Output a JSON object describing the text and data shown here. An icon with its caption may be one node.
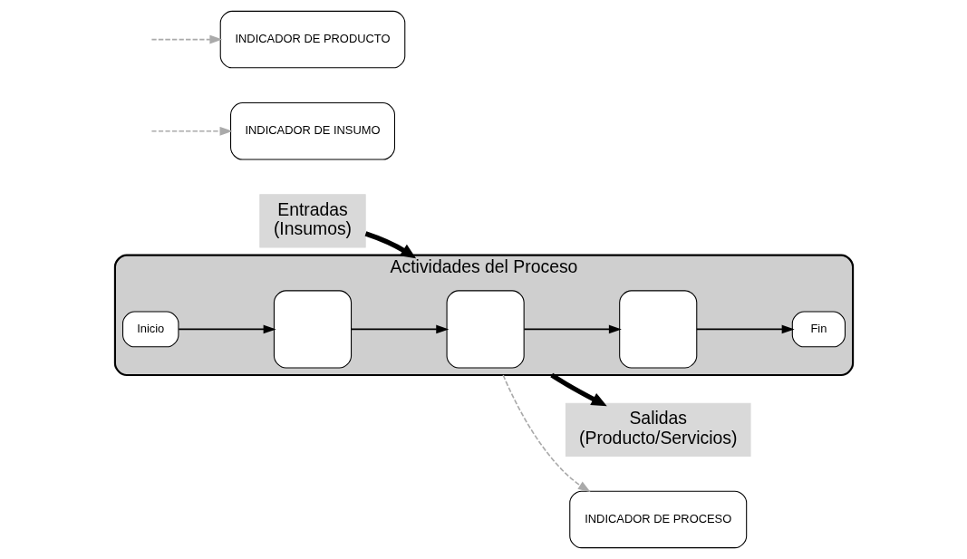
{
  "diagram": {
    "nodes": [
      {
        "text": [
          "Entradas",
          "(Insumos)"
        ]
      },
      {
        "text": [
          "Actividades del Proceso"
        ]
      },
      {
        "text": [
          "Inicio"
        ],
        "in": 1
      },
      {
        "text": [],
        "shape": "box",
        "in": 1
      },
      {
        "text": [],
        "shape": "box",
        "in": 1
      },
      {
        "text": [],
        "shape": "box",
        "in": 1
      },
      {
        "text": [
          "Fin"
        ],
        "in": 1
      },
      {
        "text": [
          "Salidas",
          "(Producto/Servicios)"
        ]
      },
      {
        "text": [
          "INDICADOR DE INSUMO"
        ]
      },
      {
        "text": [
          "INDICADOR DE PROCESO"
        ]
      },
      {
        "text": [
          "INDICADOR DE PRODUCTO"
        ]
      }
    ],
    "edges": [
      {
        "from": 0,
        "to": 1,
        "arrow": "to",
        "style": "thick"
      },
      {
        "from": 2,
        "to": 3,
        "arrow": "to"
      },
      {
        "from": 3,
        "to": 4,
        "arrow": "to"
      },
      {
        "from": 4,
        "to": 5,
        "arrow": "to"
      },
      {
        "from": 5,
        "to": 6,
        "arrow": "to"
      },
      {
        "from": 1,
        "to": 7,
        "arrow": "to",
        "style": "thick"
      },
      {
        "from": null,
        "to": 8,
        "arrow": "to",
        "style": "dashed",
        "color": "#aaaaaa"
      },
      {
        "from": 1,
        "to": 9,
        "arrow": "to",
        "style": "dashed",
        "color": "#aaaaaa"
      },
      {
        "from": null,
        "to": 10,
        "arrow": "to",
        "style": "dashed",
        "color": "#aaaaaa"
      }
    ]
  }
}
